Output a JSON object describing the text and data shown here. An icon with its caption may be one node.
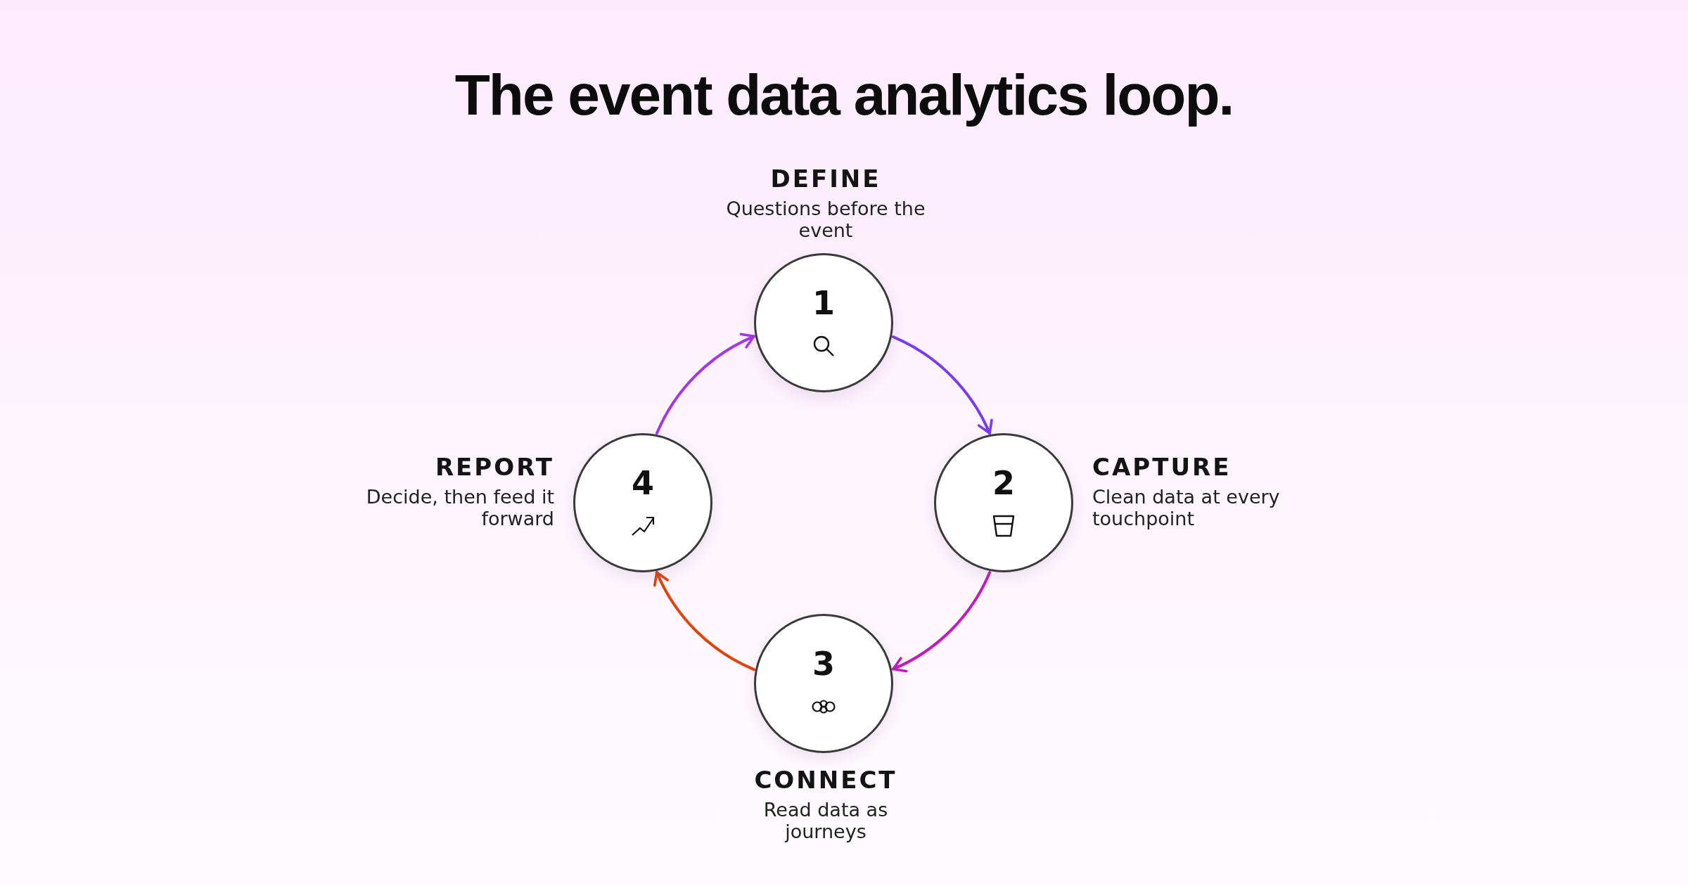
{
  "diagram": {
    "title": "The event data analytics loop.",
    "nodes": [
      {
        "text": [
          "DEFINE",
          "Questions before the event",
          "1"
        ]
      },
      {
        "text": [
          "2",
          "CAPTURE",
          "Clean data at every touchpoint"
        ]
      },
      {
        "text": [
          "3",
          "CONNECT",
          "Read data as journeys"
        ]
      },
      {
        "text": [
          "REPORT",
          "Decide, then feed it forward",
          "4"
        ]
      }
    ],
    "edges": [
      {
        "from": 0,
        "to": 1,
        "arrow": "to",
        "color": "#7c3aed"
      },
      {
        "from": 1,
        "to": 2,
        "arrow": "to",
        "color": "#c21ac0"
      },
      {
        "from": 2,
        "to": 3,
        "arrow": "to",
        "color": "#e0440e"
      },
      {
        "from": 3,
        "to": 0,
        "arrow": "to",
        "color": "#a335f0"
      }
    ]
  }
}
